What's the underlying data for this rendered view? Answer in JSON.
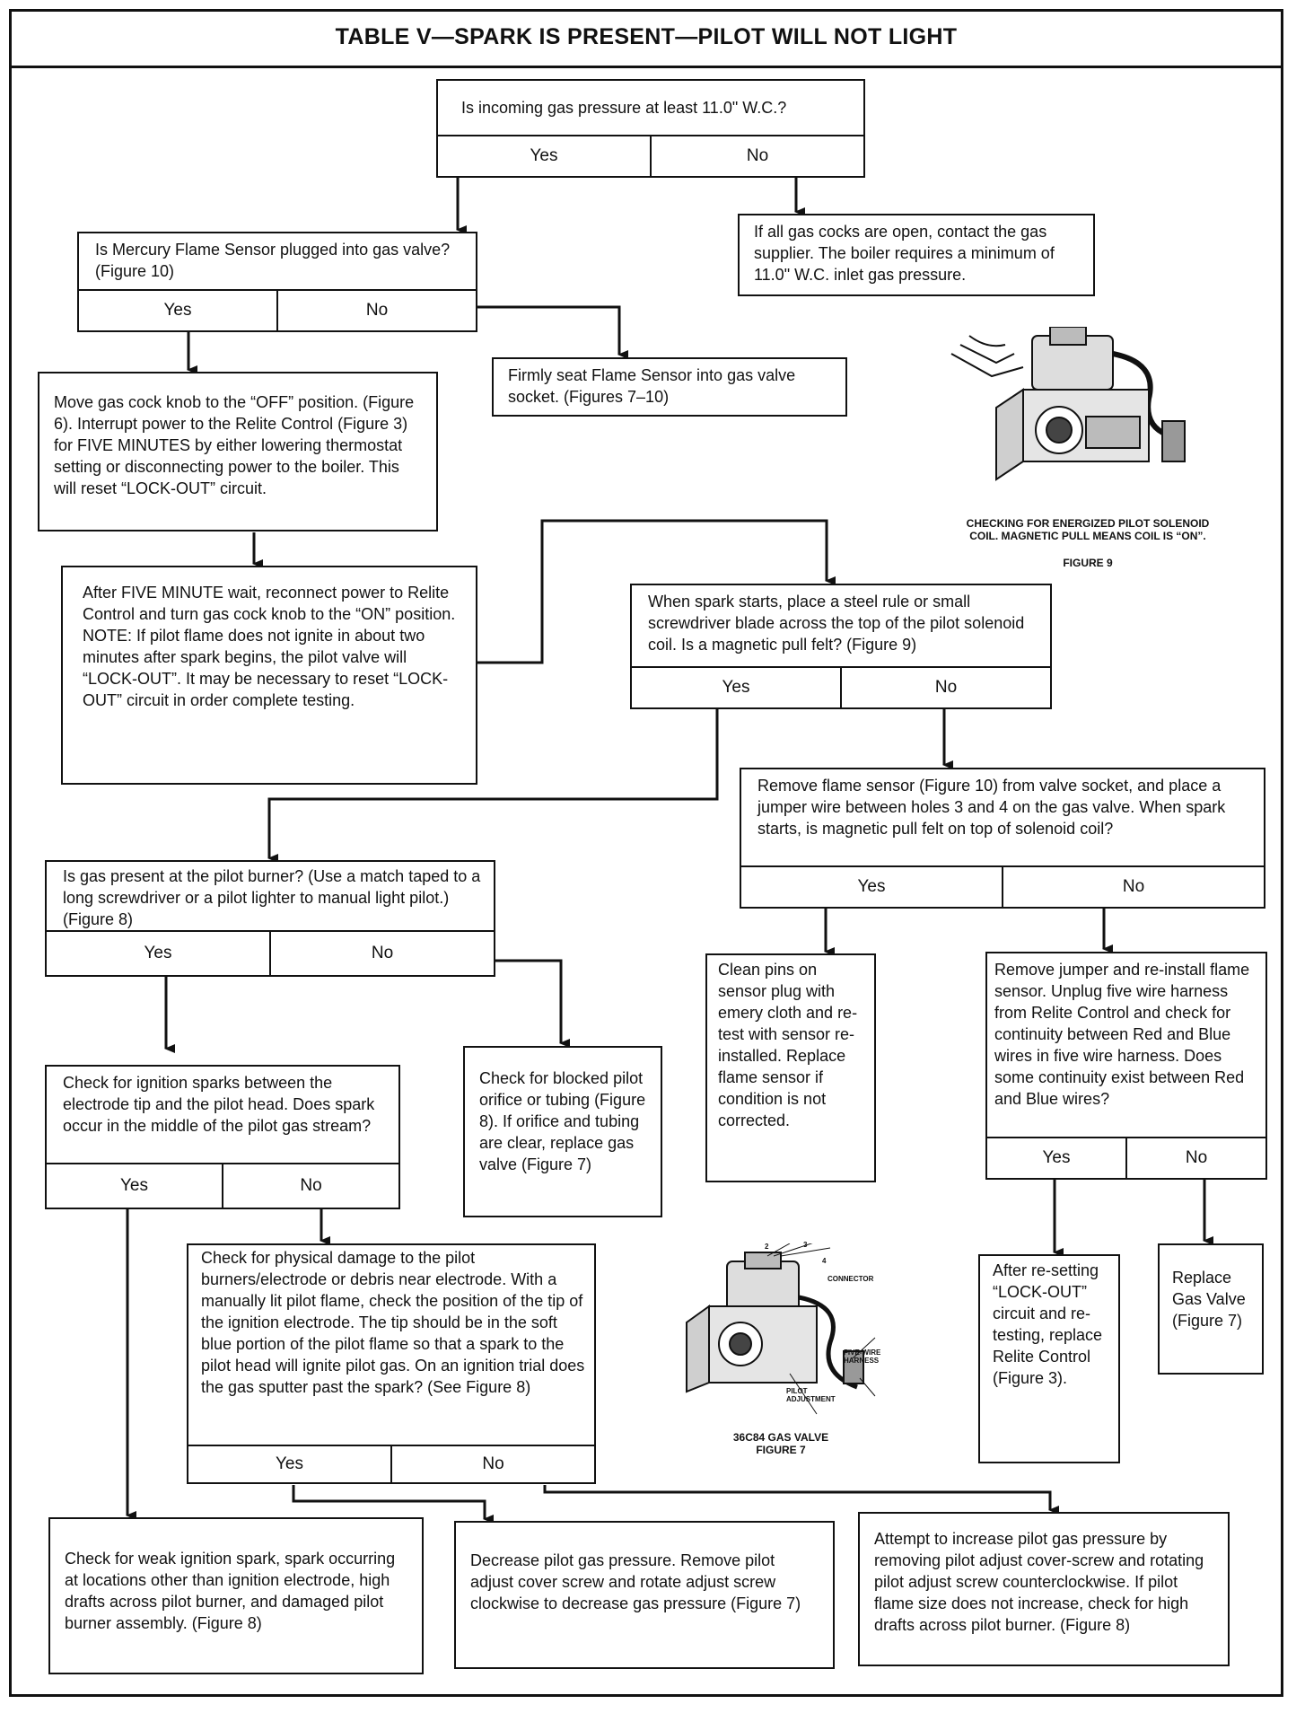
{
  "title": "TABLE V—SPARK IS PRESENT—PILOT WILL NOT LIGHT",
  "yes": "Yes",
  "no": "No",
  "nodes": {
    "q1": "Is incoming gas pressure at least 11.0\" W.C.?",
    "a_supplier": "If all gas cocks are open, contact the gas supplier. The boiler requires a minimum of 11.0\" W.C. inlet gas pressure.",
    "q2": "Is Mercury Flame Sensor plugged into gas valve? (Figure 10)",
    "a_seat": "Firmly seat Flame Sensor into gas valve socket. (Figures 7–10)",
    "a_reset": "Move gas cock knob to the “OFF” position. (Figure 6). Interrupt power to the Relite Control (Figure 3) for FIVE MINUTES by either lowering thermostat setting or disconnecting power to the boiler. This will reset “LOCK-OUT” circuit.",
    "a_reconnect": "After FIVE MINUTE wait, reconnect power to Relite Control and turn gas cock knob to the “ON” position. NOTE: If pilot flame does not ignite in about two minutes after spark begins, the pilot valve will “LOCK-OUT”. It may be necessary to reset “LOCK-OUT” circuit in order complete testing.",
    "q3": "When spark starts, place a steel rule or small screwdriver blade across the top of the pilot solenoid coil. Is a magnetic pull felt? (Figure 9)",
    "q4": "Remove flame sensor (Figure 10) from valve socket, and place a jumper wire between holes 3 and 4 on the gas valve. When spark starts, is magnetic pull felt on top of solenoid coil?",
    "q5": "Is gas present at the pilot burner? (Use a match taped to a long screwdriver or a pilot lighter to manual light pilot.) (Figure 8)",
    "a_clean": "Clean pins on sensor plug with emery cloth and re-test with sensor re-installed. Replace flame sensor if condition is not corrected.",
    "q6": "Remove jumper and re-install flame sensor. Unplug five wire harness from Relite Control and check for continuity between Red and Blue wires in five wire harness. Does some continuity exist between Red and Blue wires?",
    "q7": "Check for ignition sparks between the electrode tip and the pilot head. Does spark occur in the middle of the pilot gas stream?",
    "a_blocked": "Check for blocked pilot orifice or tubing (Figure 8). If orifice and tubing are clear, replace gas valve (Figure 7)",
    "q8": "Check for physical damage to the pilot burners/electrode or debris near electrode. With a manually lit pilot flame, check the position of the tip of the ignition electrode. The tip should be in the soft blue portion of the pilot flame so that a spark to the pilot head will ignite pilot gas. On an ignition trial does the gas sputter past the spark? (See Figure 8)",
    "a_relite": "After re-setting “LOCK-OUT” circuit and re-testing, replace Relite Control (Figure 3).",
    "a_replace_valve": "Replace Gas Valve (Figure 7)",
    "a_weak": "Check for weak ignition spark, spark occurring at locations other than ignition electrode, high drafts across pilot burner, and damaged pilot burner assembly. (Figure 8)",
    "a_decrease": "Decrease pilot gas pressure. Remove pilot adjust cover screw and rotate adjust screw clockwise to decrease gas pressure (Figure 7)",
    "a_increase": "Attempt to increase pilot gas pressure by removing pilot adjust cover-screw and rotating pilot adjust screw counterclockwise. If pilot flame size does not increase, check for high drafts across pilot burner. (Figure 8)"
  },
  "figures": {
    "fig9_caption": "CHECKING FOR ENERGIZED PILOT SOLENOID COIL. MAGNETIC PULL MEANS COIL IS “ON”.",
    "fig9_number": "FIGURE 9",
    "fig7_caption": "36C84 GAS VALVE",
    "fig7_number": "FIGURE 7",
    "fig7_labels": {
      "n2": "2",
      "n3": "3",
      "n4": "4",
      "connector": "CONNECTOR",
      "harness": "FIVE-WIRE HARNESS",
      "pilot_adj": "PILOT ADJUSTMENT"
    }
  }
}
